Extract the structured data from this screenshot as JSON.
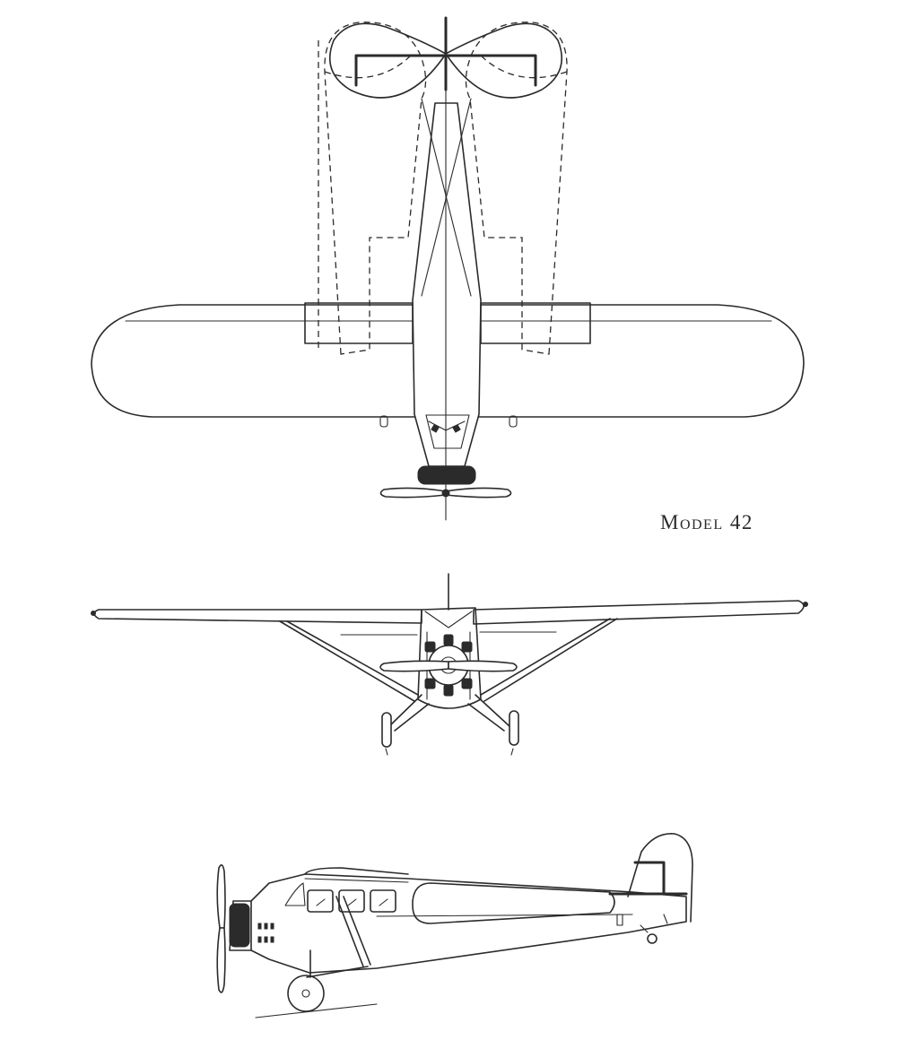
{
  "figure": {
    "caption": "Model 42",
    "views": [
      "plan-view",
      "front-view",
      "side-view"
    ]
  }
}
